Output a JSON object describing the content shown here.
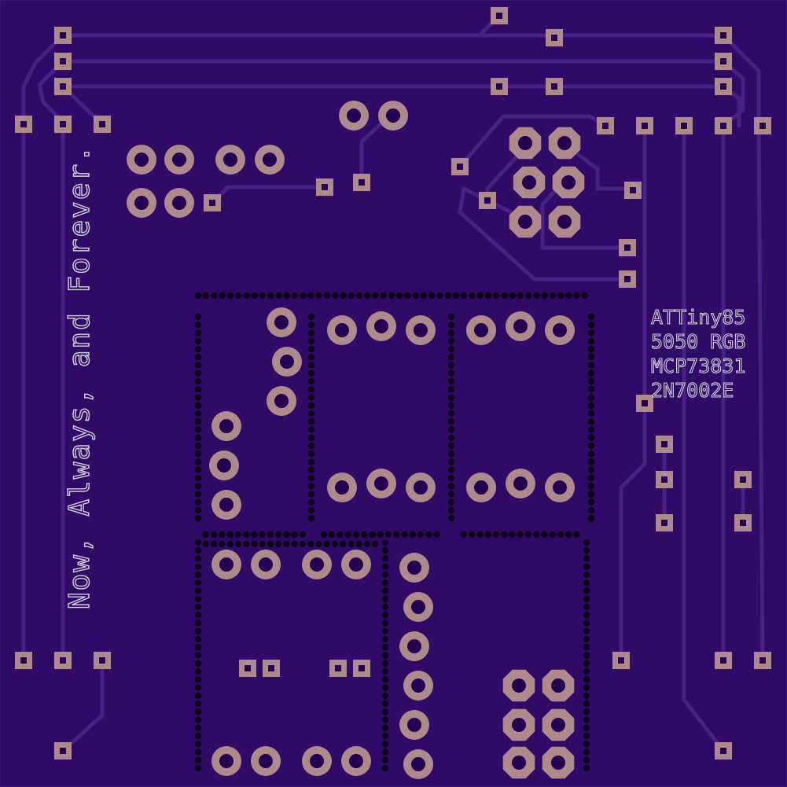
{
  "board": {
    "background": "#2f0a66",
    "trace_color": "#4a1f86",
    "pad_copper": "#b08a8a",
    "drill_color": "#240052",
    "silk_color": "#cfd4dc"
  },
  "silkscreen": {
    "slogan": "Now, Always, and Forever.",
    "part_lines": [
      "ATTiny85",
      "5050 RGB",
      "MCP73831",
      "2N7002E"
    ]
  }
}
